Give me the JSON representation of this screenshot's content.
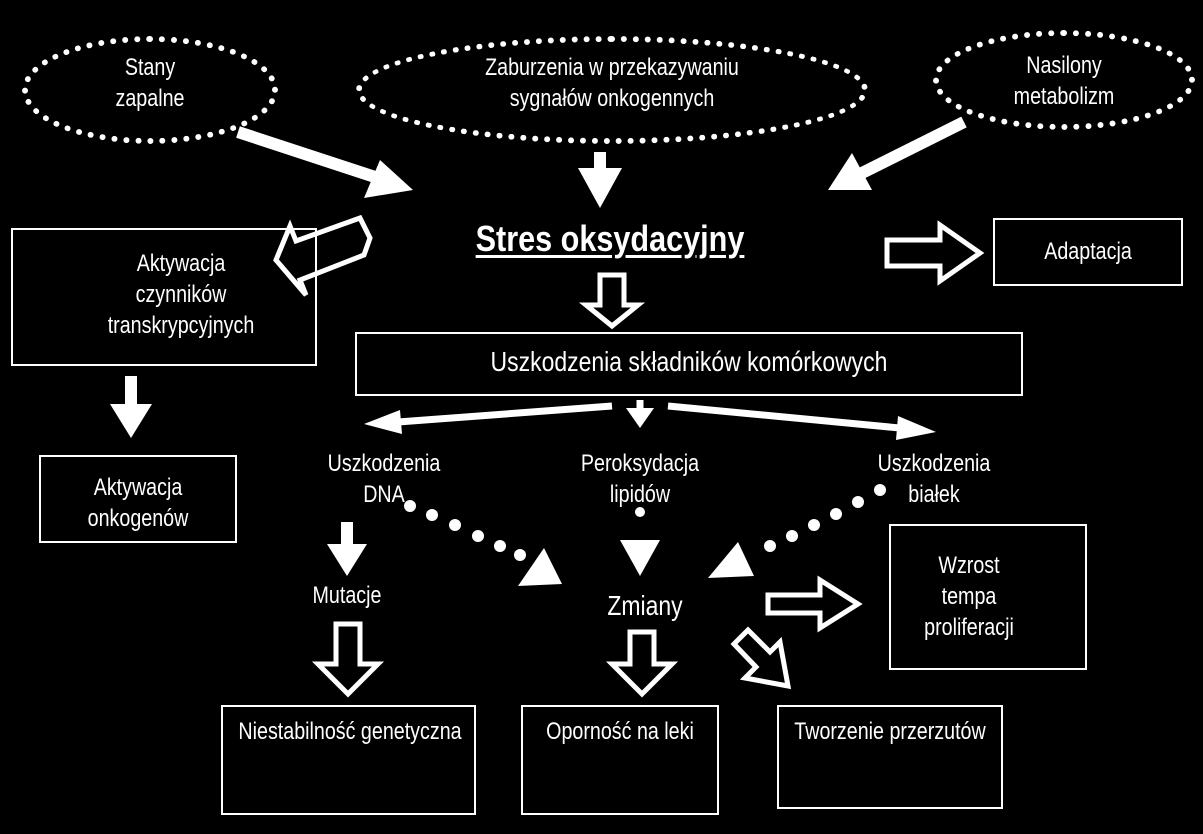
{
  "colors": {
    "background": "#000000",
    "foreground": "#ffffff"
  },
  "causes": {
    "inflammation": "Stany\nzapalne",
    "signaling": "Zaburzenia w  przekazywaniu\nsygnałów onkogennych",
    "metabolism": "Nasilony\nmetabolizm"
  },
  "central": "Stres oksydacyjny",
  "adaptation": "Adaptacja",
  "transcription": "Aktywacja\nczynników\ntranskrypcyjnych",
  "oncogenes": "Aktywacja\nonkogenów",
  "damage": "Uszkodzenia składników komórkowych",
  "dna": "Uszkodzenia\nDNA",
  "lipids": "Peroksydacja\nlipidów",
  "proteins": "Uszkodzenia\nbiałek",
  "mutations": "Mutacje",
  "changes": "Zmiany",
  "proliferation": "Wzrost\ntempa\nproliferacji",
  "instability": "Niestabilność genetyczna",
  "resistance": "Oporność na leki",
  "metastasis": "Tworzenie przerzutów"
}
